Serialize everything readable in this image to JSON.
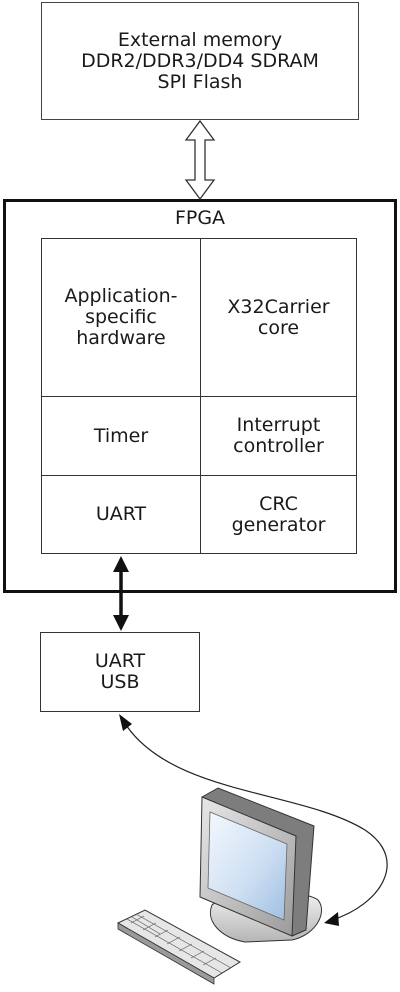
{
  "external_memory": {
    "lines": [
      "External memory",
      "DDR2/DDR3/DD4 SDRAM",
      "SPI Flash"
    ]
  },
  "fpga": {
    "label": "FPGA",
    "blocks": {
      "app_hw": [
        "Application-",
        "specific",
        "hardware"
      ],
      "core": [
        "X32Carrier",
        "core"
      ],
      "timer": [
        "Timer"
      ],
      "interrupt": [
        "Interrupt",
        "controller"
      ],
      "uart": [
        "UART"
      ],
      "crc": [
        "CRC",
        "generator"
      ]
    }
  },
  "uart_usb": {
    "lines": [
      "UART",
      "USB"
    ]
  },
  "icons": {
    "memory_link": "hollow-double-arrow-icon",
    "uart_link": "bold-double-arrow-icon",
    "pc_link": "curved-double-arrow-icon",
    "computer": "desktop-computer-icon"
  }
}
